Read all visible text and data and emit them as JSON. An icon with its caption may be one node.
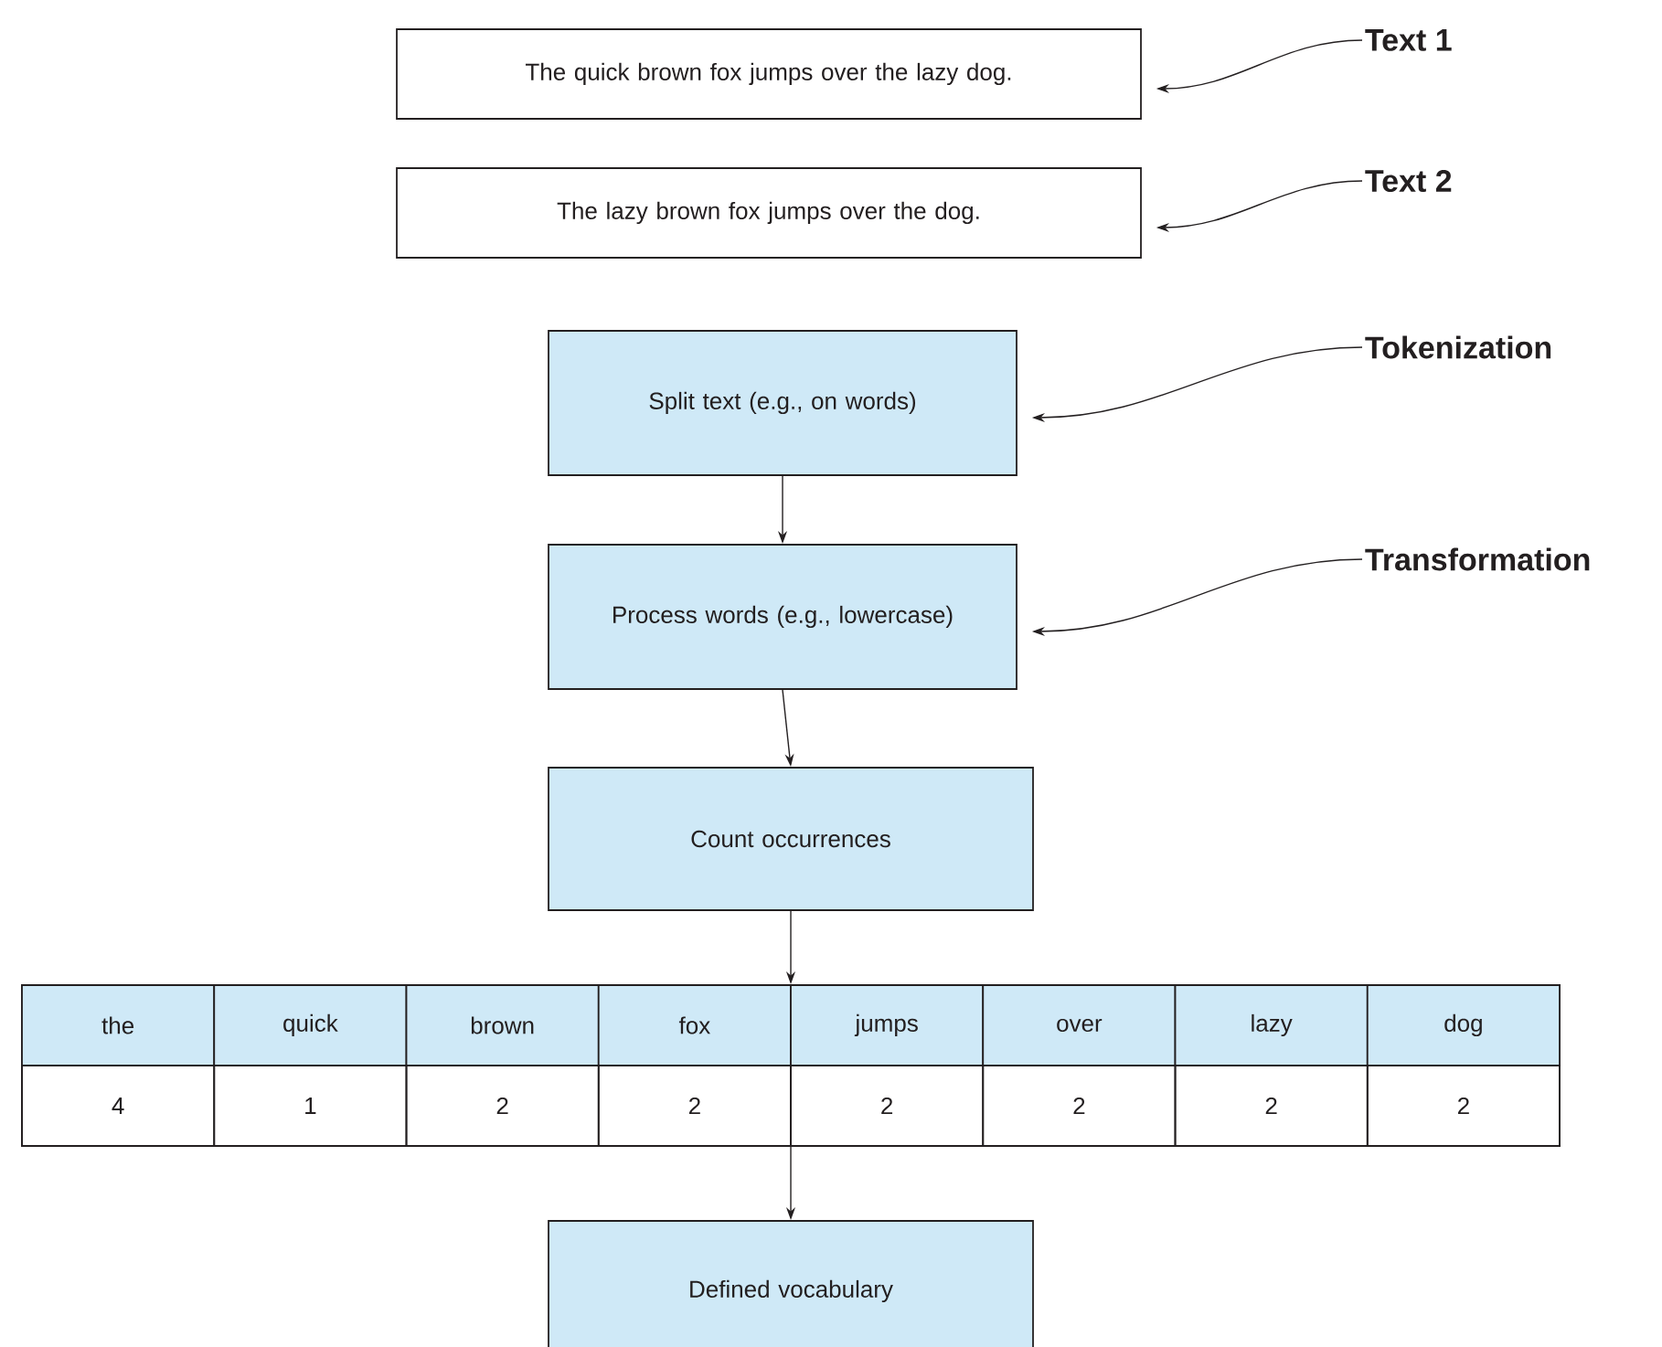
{
  "diagram": {
    "nodes": [
      {
        "text": [
          "The quick brown fox jumps over the lazy dog."
        ]
      },
      {
        "text": [
          "The lazy brown fox jumps over the dog."
        ]
      },
      {
        "text": [
          "Split text (e.g., on words)"
        ]
      },
      {
        "text": [
          "Process words (e.g., lowercase)"
        ]
      },
      {
        "text": [
          "Count occurrences"
        ]
      },
      {
        "text": [],
        "shape": "table"
      },
      {
        "text": [
          "Defined vocabulary"
        ]
      },
      {
        "text": [
          "Text 1"
        ]
      },
      {
        "text": [
          "Text 2"
        ]
      },
      {
        "text": [
          "Tokenization"
        ]
      },
      {
        "text": [
          "Transformation"
        ]
      }
    ],
    "edges": [
      {
        "from": 7,
        "to": 0,
        "arrow": "to"
      },
      {
        "from": 8,
        "to": 1,
        "arrow": "to"
      },
      {
        "from": 9,
        "to": 2,
        "arrow": "to"
      },
      {
        "from": 10,
        "to": 3,
        "arrow": "to"
      },
      {
        "from": 2,
        "to": 3,
        "arrow": "to"
      },
      {
        "from": 3,
        "to": 4,
        "arrow": "to"
      },
      {
        "from": 4,
        "to": 5,
        "arrow": "to"
      },
      {
        "from": 5,
        "to": 6,
        "arrow": "to"
      }
    ],
    "labels": [
      "the",
      "quick",
      "brown",
      "fox",
      "jumps",
      "over",
      "lazy",
      "dog",
      "4",
      "1",
      "2",
      "2",
      "2",
      "2",
      "2",
      "2"
    ]
  }
}
